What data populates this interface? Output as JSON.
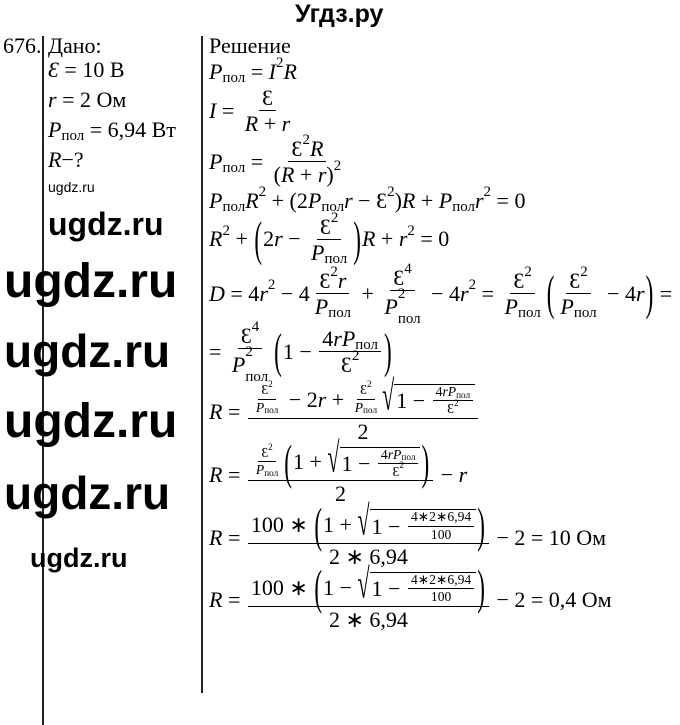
{
  "header": {
    "site_title": "Угдз.ру"
  },
  "watermarks": [
    "ugdz.ru",
    "ugdz.ru",
    "ugdz.ru",
    "ugdz.ru",
    "ugdz.ru",
    "ugdz.ru",
    "ugdz.ru"
  ],
  "problem": {
    "number": "676.",
    "given_label": "Дано:",
    "given": [
      [
        {
          "i": "Ɛ"
        },
        " = 10 В"
      ],
      [
        {
          "i": "r"
        },
        " = 2 Ом"
      ],
      [
        {
          "b": {
            "i": "P"
          },
          "sub": "пол"
        },
        " = 6,94 Вт"
      ],
      [
        {
          "i": "R"
        },
        "−?"
      ]
    ],
    "solution_label": "Решение",
    "solution": [
      [
        {
          "b": {
            "i": "P"
          },
          "sub": "пол"
        },
        " = ",
        {
          "b": {
            "i": "I"
          },
          "sup": "2"
        },
        {
          "i": "R"
        }
      ],
      [
        {
          "i": "I"
        },
        " = ",
        {
          "frac": [
            "Ɛ"
          ],
          "den": [
            {
              "i": "R"
            },
            " + ",
            {
              "i": "r"
            }
          ]
        }
      ],
      [
        {
          "b": {
            "i": "P"
          },
          "sub": "пол"
        },
        " = ",
        {
          "frac": [
            {
              "b": "Ɛ",
              "sup": "2"
            },
            {
              "i": "R"
            }
          ],
          "den": [
            "(",
            {
              "i": "R"
            },
            " + ",
            {
              "i": "r"
            },
            ")",
            {
              "b": "",
              "sup": "2"
            }
          ]
        }
      ],
      [
        {
          "b": {
            "i": "P"
          },
          "sub": "пол"
        },
        {
          "b": {
            "i": "R"
          },
          "sup": "2"
        },
        " + (2",
        {
          "b": {
            "i": "P"
          },
          "sub": "пол"
        },
        {
          "i": "r"
        },
        " − ",
        {
          "b": "Ɛ",
          "sup": "2"
        },
        ")",
        {
          "i": "R"
        },
        " + ",
        {
          "b": {
            "i": "P"
          },
          "sub": "пол"
        },
        {
          "b": {
            "i": "r"
          },
          "sup": "2"
        },
        " = 0"
      ],
      [
        {
          "b": {
            "i": "R"
          },
          "sup": "2"
        },
        " + ",
        {
          "paren": [
            "2",
            {
              "i": "r"
            },
            " − ",
            {
              "frac": [
                {
                  "b": "Ɛ",
                  "sup": "2"
                }
              ],
              "den": [
                {
                  "b": {
                    "i": "P"
                  },
                  "sub": "пол"
                }
              ]
            }
          ]
        },
        {
          "i": "R"
        },
        " + ",
        {
          "b": {
            "i": "r"
          },
          "sup": "2"
        },
        " = 0"
      ],
      [
        {
          "i": "D"
        },
        " = 4",
        {
          "b": {
            "i": "r"
          },
          "sup": "2"
        },
        " − 4",
        {
          "frac": [
            {
              "b": "Ɛ",
              "sup": "2"
            },
            {
              "i": "r"
            }
          ],
          "den": [
            {
              "b": {
                "i": "P"
              },
              "sub": "пол"
            }
          ]
        },
        " + ",
        {
          "frac": [
            {
              "b": "Ɛ",
              "sup": "4"
            }
          ],
          "den": [
            {
              "b": {
                "i": "P"
              },
              "sub": "пол",
              "sup": "2"
            }
          ]
        },
        " − 4",
        {
          "b": {
            "i": "r"
          },
          "sup": "2"
        },
        " = ",
        {
          "frac": [
            {
              "b": "Ɛ",
              "sup": "2"
            }
          ],
          "den": [
            {
              "b": {
                "i": "P"
              },
              "sub": "пол"
            }
          ]
        },
        {
          "paren": [
            {
              "frac": [
                {
                  "b": "Ɛ",
                  "sup": "2"
                }
              ],
              "den": [
                {
                  "b": {
                    "i": "P"
                  },
                  "sub": "пол"
                }
              ]
            },
            " − 4",
            {
              "i": "r"
            }
          ]
        },
        " ="
      ],
      [
        "= ",
        {
          "frac": [
            {
              "b": "Ɛ",
              "sup": "4"
            }
          ],
          "den": [
            {
              "b": {
                "i": "P"
              },
              "sub": "пол",
              "sup": "2"
            }
          ]
        },
        {
          "paren": [
            "1 − ",
            {
              "frac": [
                "4",
                {
                  "i": "r"
                },
                {
                  "b": {
                    "i": "P"
                  },
                  "sub": "пол"
                }
              ],
              "den": [
                {
                  "b": "Ɛ",
                  "sup": "2"
                }
              ]
            }
          ]
        }
      ],
      [
        {
          "i": "R"
        },
        " = ",
        {
          "frac": [
            {
              "frac": [
                {
                  "b": "Ɛ",
                  "sup": "2"
                }
              ],
              "den": [
                {
                  "b": {
                    "i": "P"
                  },
                  "sub": "пол"
                }
              ],
              "small": true
            },
            " − 2",
            {
              "i": "r"
            },
            " + ",
            {
              "frac": [
                {
                  "b": "Ɛ",
                  "sup": "2"
                }
              ],
              "den": [
                {
                  "b": {
                    "i": "P"
                  },
                  "sub": "пол"
                }
              ],
              "small": true
            },
            {
              "sqrt": [
                "1 − ",
                {
                  "frac": [
                    "4",
                    {
                      "i": "r"
                    },
                    {
                      "b": {
                        "i": "P"
                      },
                      "sub": "пол"
                    }
                  ],
                  "den": [
                    {
                      "b": "Ɛ",
                      "sup": "2"
                    }
                  ],
                  "small": true
                }
              ]
            }
          ],
          "den": [
            "2"
          ]
        }
      ],
      [
        {
          "i": "R"
        },
        " = ",
        {
          "frac": [
            {
              "frac": [
                {
                  "b": "Ɛ",
                  "sup": "2"
                }
              ],
              "den": [
                {
                  "b": {
                    "i": "P"
                  },
                  "sub": "пол"
                }
              ],
              "small": true
            },
            {
              "paren": [
                "1 + ",
                {
                  "sqrt": [
                    "1 − ",
                    {
                      "frac": [
                        "4",
                        {
                          "i": "r"
                        },
                        {
                          "b": {
                            "i": "P"
                          },
                          "sub": "пол"
                        }
                      ],
                      "den": [
                        {
                          "b": "Ɛ",
                          "sup": "2"
                        }
                      ],
                      "small": true
                    }
                  ]
                }
              ]
            }
          ],
          "den": [
            "2"
          ]
        },
        " − ",
        {
          "i": "r"
        }
      ],
      [
        {
          "i": "R"
        },
        " = ",
        {
          "frac": [
            "100 ∗ ",
            {
              "paren": [
                "1 + ",
                {
                  "sqrt": [
                    "1 − ",
                    {
                      "frac": [
                        "4∗2∗6,94"
                      ],
                      "den": [
                        "100"
                      ],
                      "small": true
                    }
                  ]
                }
              ]
            }
          ],
          "den": [
            "2 ∗ 6,94"
          ]
        },
        " − 2 = 10 Ом"
      ],
      [
        {
          "i": "R"
        },
        " = ",
        {
          "frac": [
            "100 ∗ ",
            {
              "paren": [
                "1 − ",
                {
                  "sqrt": [
                    "1 − ",
                    {
                      "frac": [
                        "4∗2∗6,94"
                      ],
                      "den": [
                        "100"
                      ],
                      "small": true
                    }
                  ]
                }
              ]
            }
          ],
          "den": [
            "2 ∗ 6,94"
          ]
        },
        " − 2 = 0,4 Ом"
      ]
    ]
  }
}
